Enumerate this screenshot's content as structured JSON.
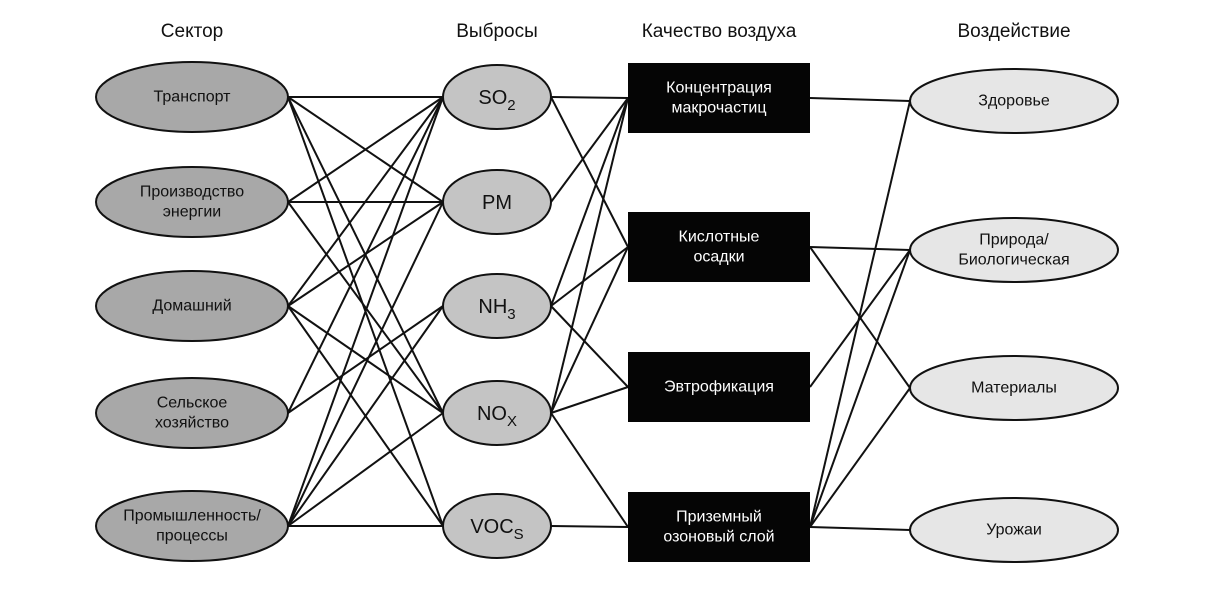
{
  "headers": {
    "sector": "Сектор",
    "emissions": "Выбросы",
    "air_quality": "Качество воздуха",
    "impact": "Воздействие"
  },
  "sectors": [
    {
      "id": "transport",
      "lines": [
        "Транспорт"
      ]
    },
    {
      "id": "energy",
      "lines": [
        "Производство",
        "энергии"
      ]
    },
    {
      "id": "domestic",
      "lines": [
        "Домашний"
      ]
    },
    {
      "id": "agriculture",
      "lines": [
        "Сельское",
        "хозяйство"
      ]
    },
    {
      "id": "industry",
      "lines": [
        "Промышленность/",
        "процессы"
      ]
    }
  ],
  "emissions": [
    {
      "id": "so2",
      "label": "SO",
      "sub": "2"
    },
    {
      "id": "pm",
      "label": "PM",
      "sub": ""
    },
    {
      "id": "nh3",
      "label": "NH",
      "sub": "3"
    },
    {
      "id": "nox",
      "label": "NO",
      "sub": "X"
    },
    {
      "id": "vocs",
      "label": "VOC",
      "sub": "S"
    }
  ],
  "air_quality": [
    {
      "id": "pm_conc",
      "lines": [
        "Концентрация",
        "макрочастиц"
      ]
    },
    {
      "id": "acid",
      "lines": [
        "Кислотные",
        "осадки"
      ]
    },
    {
      "id": "eutro",
      "lines": [
        "Эвтрофикация"
      ]
    },
    {
      "id": "ozone",
      "lines": [
        "Приземный",
        "озоновый слой"
      ]
    }
  ],
  "impacts": [
    {
      "id": "health",
      "lines": [
        "Здоровье"
      ]
    },
    {
      "id": "nature",
      "lines": [
        "Природа/",
        "Биологическая"
      ]
    },
    {
      "id": "materials",
      "lines": [
        "Материалы"
      ]
    },
    {
      "id": "crops",
      "lines": [
        "Урожаи"
      ]
    }
  ],
  "links": {
    "sector_to_emission": [
      [
        "transport",
        "so2"
      ],
      [
        "transport",
        "pm"
      ],
      [
        "transport",
        "nox"
      ],
      [
        "transport",
        "vocs"
      ],
      [
        "energy",
        "so2"
      ],
      [
        "energy",
        "pm"
      ],
      [
        "energy",
        "nox"
      ],
      [
        "domestic",
        "so2"
      ],
      [
        "domestic",
        "pm"
      ],
      [
        "domestic",
        "nox"
      ],
      [
        "domestic",
        "vocs"
      ],
      [
        "agriculture",
        "nh3"
      ],
      [
        "agriculture",
        "so2"
      ],
      [
        "industry",
        "so2"
      ],
      [
        "industry",
        "pm"
      ],
      [
        "industry",
        "nh3"
      ],
      [
        "industry",
        "nox"
      ],
      [
        "industry",
        "vocs"
      ]
    ],
    "emission_to_quality": [
      [
        "so2",
        "pm_conc"
      ],
      [
        "so2",
        "acid"
      ],
      [
        "pm",
        "pm_conc"
      ],
      [
        "nh3",
        "pm_conc"
      ],
      [
        "nh3",
        "acid"
      ],
      [
        "nh3",
        "eutro"
      ],
      [
        "nox",
        "pm_conc"
      ],
      [
        "nox",
        "acid"
      ],
      [
        "nox",
        "eutro"
      ],
      [
        "nox",
        "ozone"
      ],
      [
        "vocs",
        "ozone"
      ]
    ],
    "quality_to_impact": [
      [
        "pm_conc",
        "health"
      ],
      [
        "acid",
        "nature"
      ],
      [
        "acid",
        "materials"
      ],
      [
        "eutro",
        "nature"
      ],
      [
        "ozone",
        "health"
      ],
      [
        "ozone",
        "nature"
      ],
      [
        "ozone",
        "materials"
      ],
      [
        "ozone",
        "crops"
      ]
    ]
  },
  "colors": {
    "sector_fill": "#a8a8a8",
    "emission_fill": "#c4c4c4",
    "quality_fill": "#050505",
    "impact_fill": "#e6e6e6",
    "stroke": "#111111"
  }
}
